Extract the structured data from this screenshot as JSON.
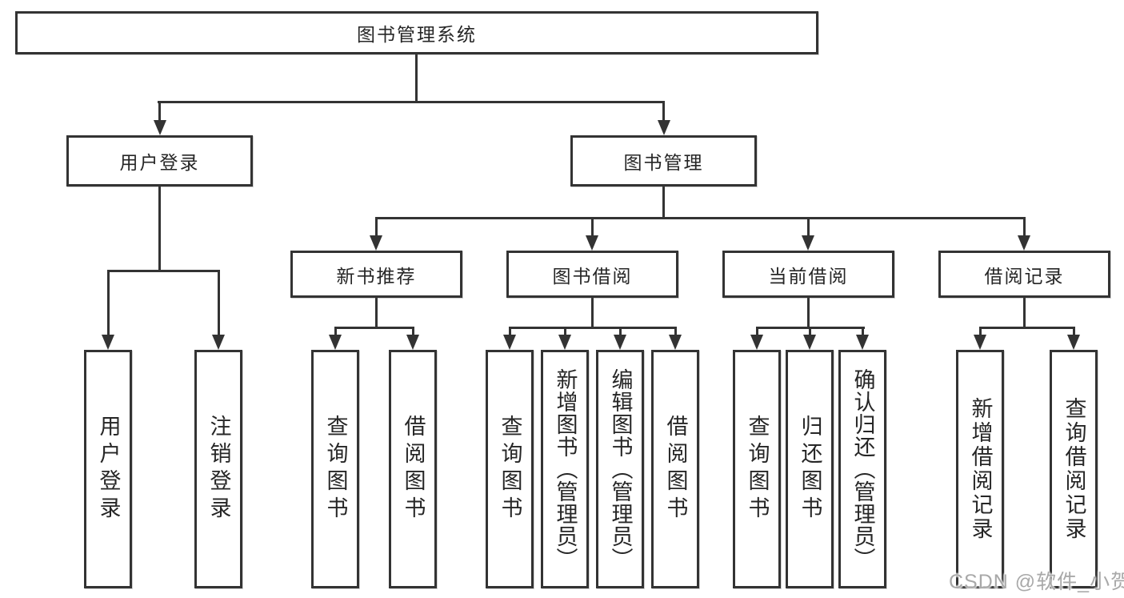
{
  "diagram": {
    "root": {
      "label": "图书管理系统"
    },
    "level2": [
      {
        "label": "用户登录"
      },
      {
        "label": "图书管理"
      }
    ],
    "level3": [
      {
        "label": "新书推荐"
      },
      {
        "label": "图书借阅"
      },
      {
        "label": "当前借阅"
      },
      {
        "label": "借阅记录"
      }
    ],
    "leaves": {
      "login": [
        {
          "label": "用户登录"
        },
        {
          "label": "注销登录"
        }
      ],
      "newbook": [
        {
          "label": "查询图书"
        },
        {
          "label": "借阅图书"
        }
      ],
      "borrow": [
        {
          "label": "查询图书"
        },
        {
          "label": "新增图书（管理员）"
        },
        {
          "label": "编辑图书（管理员）"
        },
        {
          "label": "借阅图书"
        }
      ],
      "current": [
        {
          "label": "查询图书"
        },
        {
          "label": "归还图书"
        },
        {
          "label": "确认归还（管理员）"
        }
      ],
      "records": [
        {
          "label": "新增借阅记录"
        },
        {
          "label": "查询借阅记录"
        }
      ]
    }
  },
  "watermark": "CSDN @软件_小贺同学",
  "colors": {
    "line": "#333333",
    "text": "#262626",
    "background": "#ffffff",
    "watermark": "#a9a9a9"
  }
}
